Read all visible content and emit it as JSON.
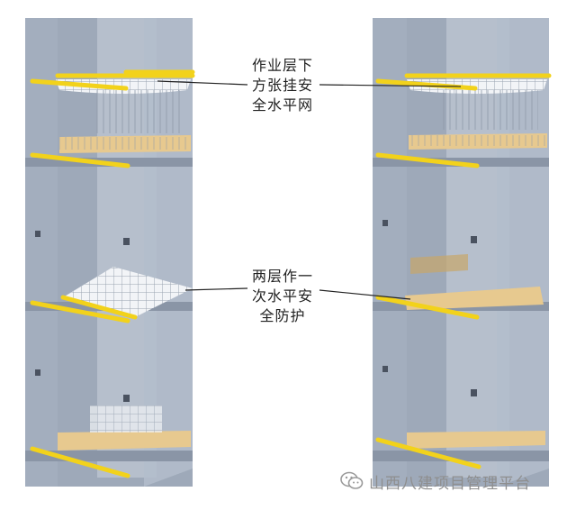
{
  "callouts": {
    "top": {
      "lines": [
        "作业层下",
        "方张挂安",
        "全水平网"
      ]
    },
    "middle": {
      "lines": [
        "两层作一",
        "次水平安",
        "全防护"
      ]
    }
  },
  "watermark": {
    "text": "山西八建项目管理平台",
    "icon": "wechat-icon"
  },
  "colors": {
    "shaft": "#a9b3c2",
    "shaft_dark": "#8f9aab",
    "railing": "#f2d21b",
    "board": "#e7c98f",
    "net": "#cfd6e0"
  }
}
